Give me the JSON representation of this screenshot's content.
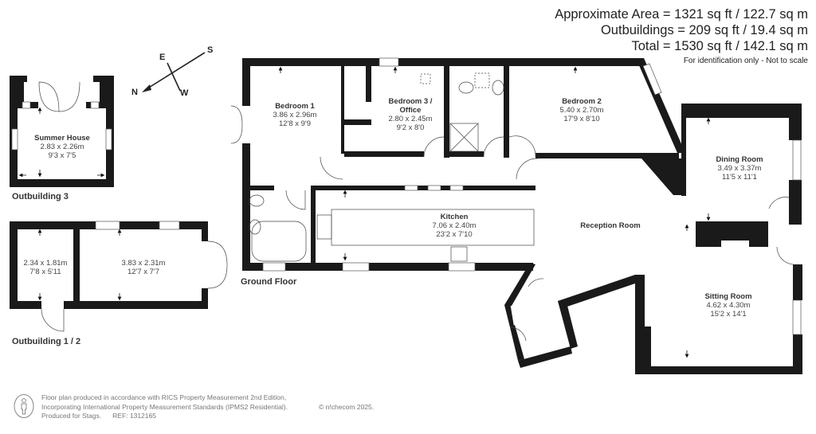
{
  "header": {
    "approx_area": "Approximate Area = 1321 sq ft / 122.7 sq m",
    "outbuildings": "Outbuildings = 209 sq ft / 19.4 sq m",
    "total": "Total = 1530 sq ft / 142.1 sq m",
    "disclaimer": "For identification only - Not to scale"
  },
  "compass": {
    "n": "N",
    "e": "E",
    "s": "S",
    "w": "W",
    "icon": "compass-icon"
  },
  "rooms": {
    "summer_house": {
      "name": "Summer House",
      "metric": "2.83 x 2.26m",
      "imperial": "9'3 x 7'5"
    },
    "outbuilding_1": {
      "name": "",
      "metric": "2.34 x 1.81m",
      "imperial": "7'8 x 5'11"
    },
    "outbuilding_2": {
      "name": "",
      "metric": "3.83 x 2.31m",
      "imperial": "12'7 x 7'7"
    },
    "bedroom_1": {
      "name": "Bedroom 1",
      "metric": "3.86 x 2.96m",
      "imperial": "12'8 x 9'9"
    },
    "bedroom_3": {
      "name": "Bedroom 3 /",
      "name2": "Office",
      "metric": "2.80 x 2.45m",
      "imperial": "9'2 x 8'0"
    },
    "bedroom_2": {
      "name": "Bedroom 2",
      "metric": "5.40 x 2.70m",
      "imperial": "17'9 x 8'10"
    },
    "dining_room": {
      "name": "Dining Room",
      "metric": "3.49 x 3.37m",
      "imperial": "11'5 x 11'1"
    },
    "kitchen": {
      "name": "Kitchen",
      "metric": "7.06 x 2.40m",
      "imperial": "23'2 x 7'10"
    },
    "reception_room": {
      "name": "Reception Room"
    },
    "sitting_room": {
      "name": "Sitting Room",
      "metric": "4.62 x 4.30m",
      "imperial": "15'2 x 14'1"
    }
  },
  "captions": {
    "outbuilding_3": "Outbuilding 3",
    "outbuilding_1_2": "Outbuilding 1 / 2",
    "ground_floor": "Ground Floor"
  },
  "footer": {
    "line1": "Floor plan produced in accordance with RICS Property Measurement 2nd Edition,",
    "line2": "Incorporating International Property Measurement Standards (IPMS2 Residential).",
    "copyright": "© n!checom 2025.",
    "line3": "Produced for Stags.",
    "ref": "REF: 1312165",
    "icon": "person-icon"
  },
  "colors": {
    "wall": "#1a1a1a",
    "text": "#333333",
    "footer_text": "#777777"
  }
}
